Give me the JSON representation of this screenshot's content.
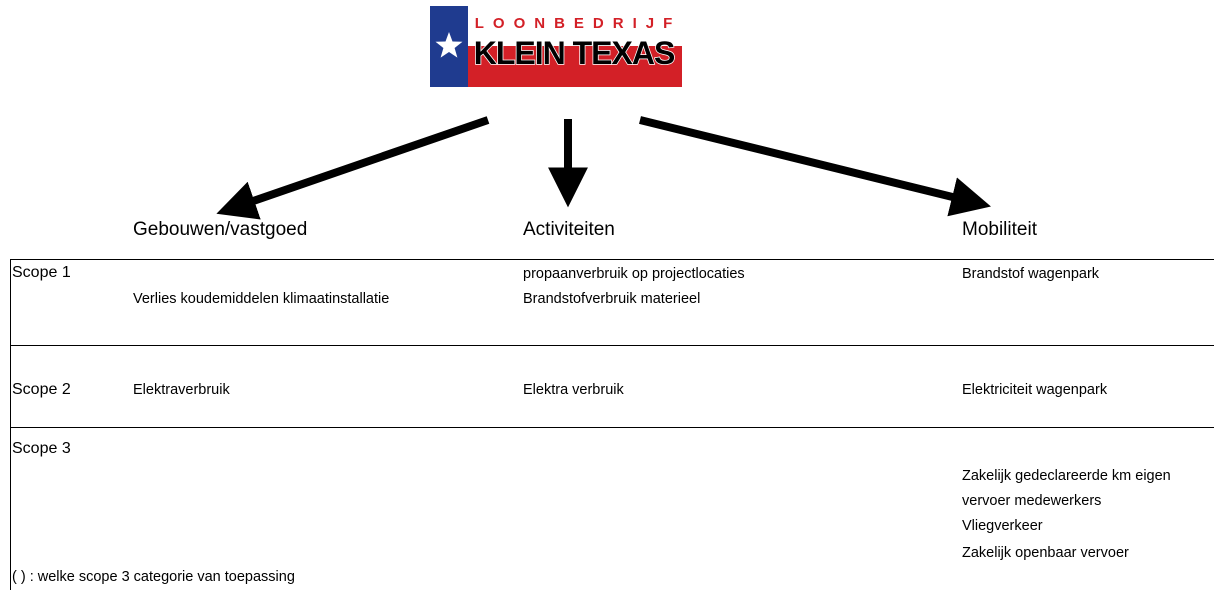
{
  "logo": {
    "top_text": "LOONBEDRIJF",
    "main_text": "KLEIN TEXAS",
    "colors": {
      "blue": "#1f3b8f",
      "red": "#d32027",
      "white": "#ffffff",
      "black": "#000000"
    }
  },
  "columns": {
    "buildings": "Gebouwen/vastgoed",
    "activities": "Activiteiten",
    "mobility": "Mobiliteit"
  },
  "scopes": [
    {
      "label": "Scope 1",
      "buildings": [
        "Verlies koudemiddelen klimaatinstallatie"
      ],
      "activities": [
        "propaanverbruik op projectlocaties",
        "Brandstofverbruik materieel"
      ],
      "mobility": [
        "Brandstof wagenpark"
      ]
    },
    {
      "label": "Scope 2",
      "buildings": [
        "Elektraverbruik"
      ],
      "activities": [
        "Elektra verbruik"
      ],
      "mobility": [
        "Elektriciteit wagenpark"
      ]
    },
    {
      "label": "Scope 3",
      "buildings": [],
      "activities": [],
      "mobility": [
        "Zakelijk gedeclareerde km eigen",
        "vervoer medewerkers",
        "Vliegverkeer",
        "Zakelijk openbaar vervoer"
      ]
    }
  ],
  "footnote": "( ) : welke scope 3 categorie van toepassing"
}
